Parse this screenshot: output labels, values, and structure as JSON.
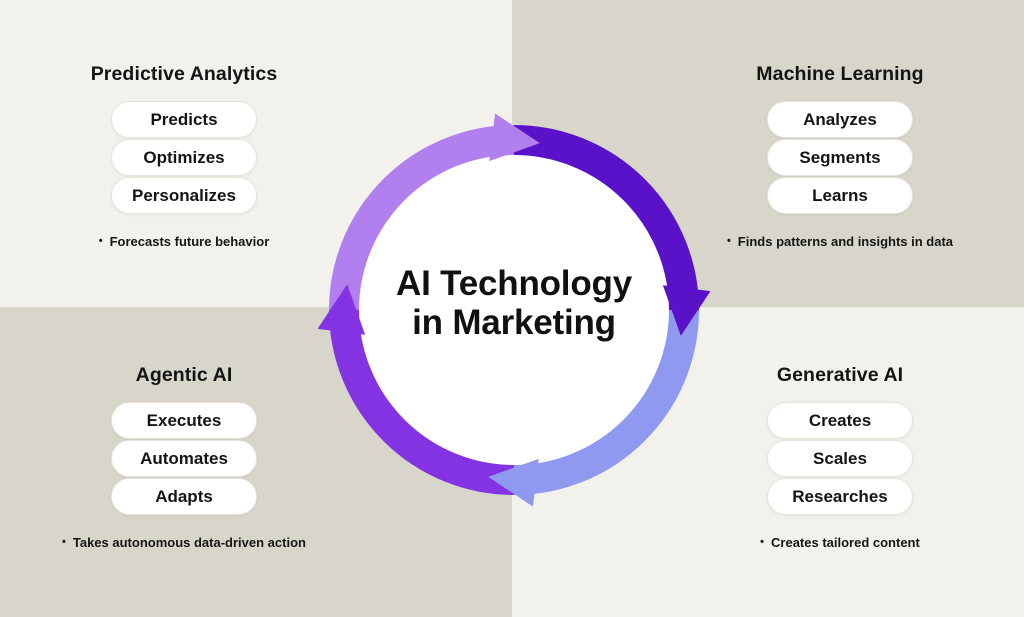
{
  "page": {
    "background_light": "#f3f1ec",
    "background_dark": "#d8d5cb"
  },
  "center": {
    "title_line1": "AI Technology",
    "title_line2": "in Marketing",
    "fill": "#ffffff",
    "text_color": "#111111"
  },
  "ring": {
    "segments": [
      {
        "name": "west-to-north-arc",
        "color": "#b27fee"
      },
      {
        "name": "north-to-east-arc",
        "color": "#5a12c8"
      },
      {
        "name": "east-to-south-arc",
        "color": "#9099f0"
      },
      {
        "name": "south-to-west-arc",
        "color": "#8433e3"
      }
    ]
  },
  "bullet_glyph": "•",
  "quadrants": [
    {
      "title": "Predictive Analytics",
      "pills": [
        "Predicts",
        "Optimizes",
        "Personalizes"
      ],
      "note": "Forecasts future behavior",
      "position": "top-left"
    },
    {
      "title": "Machine Learning",
      "pills": [
        "Analyzes",
        "Segments",
        "Learns"
      ],
      "note": "Finds patterns and insights in data",
      "position": "top-right"
    },
    {
      "title": "Agentic AI",
      "pills": [
        "Executes",
        "Automates",
        "Adapts"
      ],
      "note": "Takes autonomous data-driven action",
      "position": "bottom-left"
    },
    {
      "title": "Generative AI",
      "pills": [
        "Creates",
        "Scales",
        "Researches"
      ],
      "note": "Creates tailored content",
      "position": "bottom-right"
    }
  ]
}
